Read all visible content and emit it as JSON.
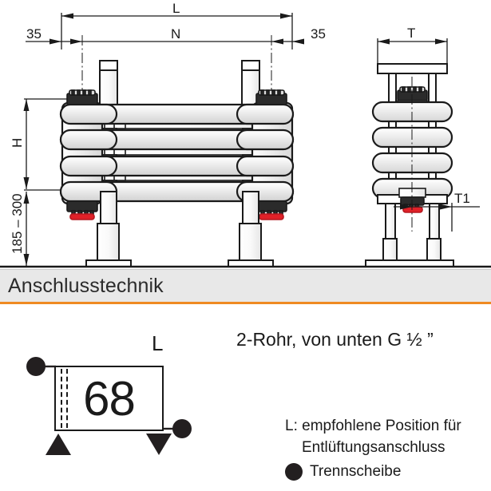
{
  "drawing": {
    "front_view": {
      "dimensions": {
        "overall_length_label": "L",
        "net_length_label": "N",
        "left_offset": "35",
        "right_offset": "35",
        "height_label": "H",
        "leg_height_range": "185 – 300"
      },
      "tube_rows": 4
    },
    "side_view": {
      "dimensions": {
        "depth_label": "T",
        "offset_label": "T1"
      },
      "tube_rows": 4
    },
    "accent_color": "#e02128"
  },
  "section": {
    "title": "Anschlusstechnik",
    "rule_color": "#ef8a22",
    "bar_color": "#e8e8e8"
  },
  "connection": {
    "diagram": {
      "box_value": "68",
      "position_label": "L",
      "marker_dot_color": "#231f20"
    },
    "type_text": "2-Rohr, von unten G ½ ”",
    "legend": [
      "L: empfohlene Position für",
      "Entlüftungsanschluss",
      "Trennscheibe"
    ]
  }
}
